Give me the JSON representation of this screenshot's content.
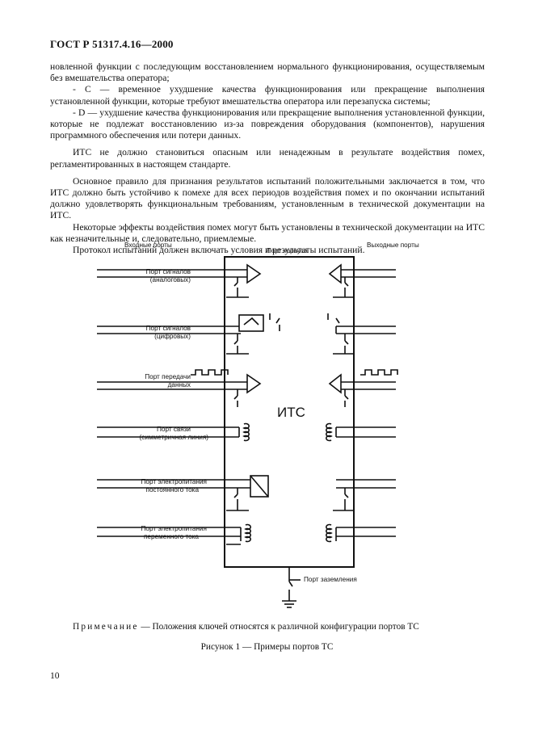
{
  "header": "ГОСТ Р 51317.4.16—2000",
  "paragraphs": [
    "новленной функции с последующим восстановлением нормального функционирования, осуществляемым без вмешательства оператора;",
    "- С — временное ухудшение качества функционирования или прекращение выполнения установленной функции, которые требуют вмешательства оператора или перезапуска системы;",
    "- D — ухудшение качества функционирования или прекращение выполнения установленной функции, которые не подлежат восстановлению из-за повреждения оборудования (компонентов), нарушения программного обеспечения или потери данных.",
    "ИТС не должно становиться опасным или ненадежным в результате воздействия помех, регламентированных в настоящем стандарте.",
    "Основное правило для признания результатов испытаний положительными заключается в том, что ИТС должно быть устойчиво к помехе для всех периодов воздействия помех и по окончании испытаний должно удовлетворять функциональным требованиям, установленным в технической документации на ИТС.",
    "Некоторые эффекты воздействия помех могут быть установлены в технической документации на ИТС как незначительные и, следовательно, приемлемые.",
    "Протокол испытаний должен включать условия и результаты испытаний."
  ],
  "figure": {
    "input_ports_heading": "Входные порты",
    "enclosure_port_label": "Порт корпуса",
    "output_ports_heading": "Выходные порты",
    "center_label": "ИТС",
    "port_labels": [
      [
        "Порт сигналов",
        "(аналоговых)"
      ],
      [
        "Порт сигналов",
        "(цифровых)"
      ],
      [
        "Порт передачи",
        "данных"
      ],
      [
        "Порт связи",
        "(симметричная линия)"
      ],
      [
        "Порт электропитания",
        "постоянного тока"
      ],
      [
        "Порт электропитания",
        "переменного тока"
      ]
    ],
    "ground_label": "Порт заземления"
  },
  "note": {
    "prefix": "Примечание",
    "text": " — Положения ключей относятся к различной конфигурации портов ТС"
  },
  "caption": "Рисунок 1 — Примеры портов ТС",
  "page_number": "10"
}
